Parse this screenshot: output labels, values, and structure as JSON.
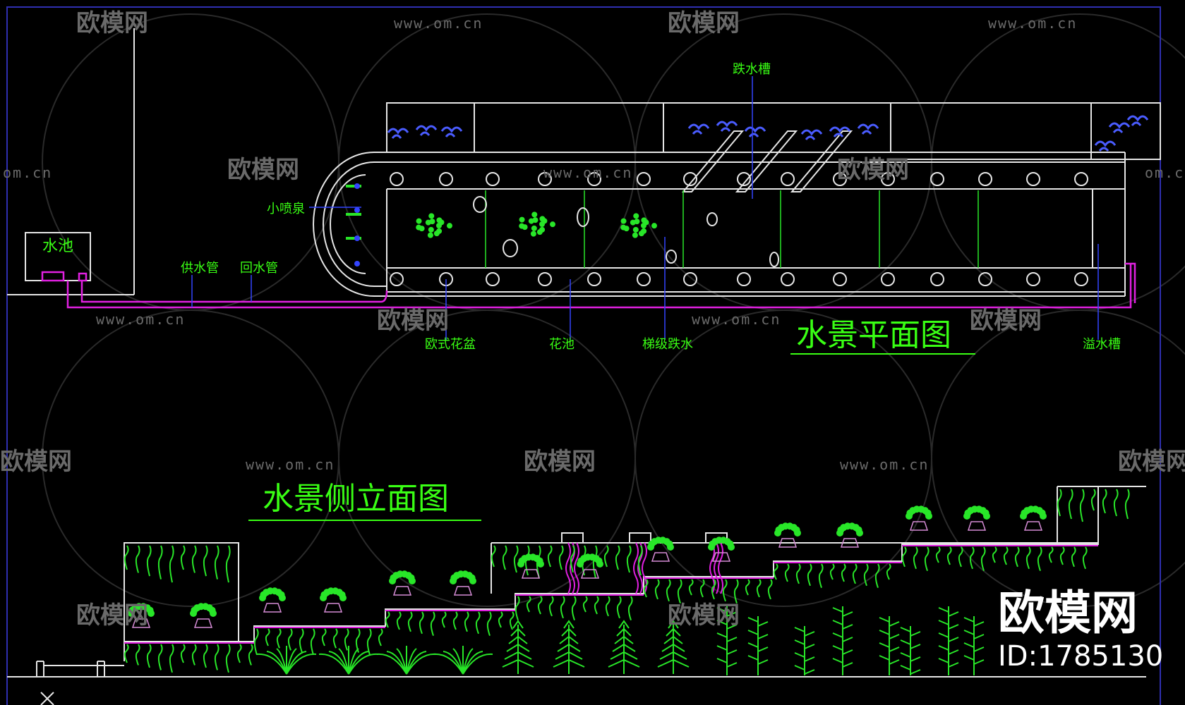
{
  "colors": {
    "background": "#000000",
    "line": "#e6e6e6",
    "label": "#39ff14",
    "leader": "#3344ff",
    "pipe": "#e020e0",
    "frame": "#2f2fb0",
    "plant": "#28e628",
    "watermark": "#6a6a6a"
  },
  "plan": {
    "title": "水景平面图",
    "pool_label": "水池",
    "labels": {
      "die_shui_cao": "跌水槽",
      "xiao_pen_quan": "小喷泉",
      "gong_shui_guan": "供水管",
      "hui_shui_guan": "回水管",
      "ou_shi_hua_pen": "欧式花盆",
      "hua_chi": "花池",
      "ti_ji_die_shui": "梯级跌水",
      "yi_shui_cao": "溢水槽"
    }
  },
  "elevation": {
    "title": "水景侧立面图"
  },
  "watermark": {
    "brand": "欧模网",
    "url": "www.om.cn",
    "url_fragment": "om.cn",
    "id_text": "ID:1785130"
  }
}
